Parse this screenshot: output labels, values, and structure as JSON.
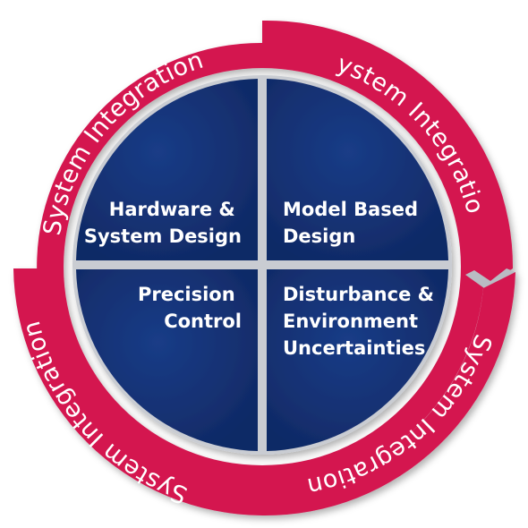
{
  "diagram": {
    "ring_labels": [
      "System Integration",
      "System Integration",
      "System Integration",
      "System Integration"
    ],
    "quadrants": [
      {
        "lines": [
          "Hardware &",
          "System Design"
        ]
      },
      {
        "lines": [
          "Model Based",
          "Design"
        ]
      },
      {
        "lines": [
          "Precision",
          "Control"
        ]
      },
      {
        "lines": [
          "Disturbance &",
          "Environment",
          "Uncertainties"
        ]
      }
    ],
    "colors": {
      "ring": "#d4154f",
      "ring_highlight": "#ec6a8c",
      "quadrant": "#1a3c87",
      "quadrant_dark": "#102a66",
      "divider": "#c9ccd2"
    }
  }
}
